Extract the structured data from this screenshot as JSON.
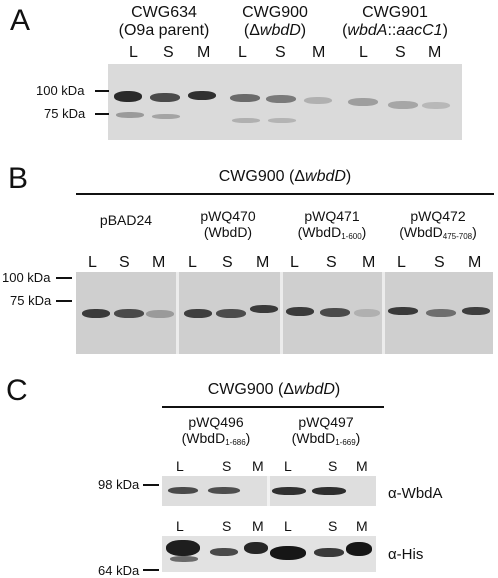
{
  "panel_a": {
    "letter": "A",
    "strains": [
      {
        "name": "CWG634",
        "desc": "(O9a parent)"
      },
      {
        "name": "CWG900",
        "desc_pre": "(Δ",
        "desc_ital": "wbdD",
        "desc_post": ")"
      },
      {
        "name": "CWG901",
        "desc_pre": "(",
        "desc_ital": "wbdA",
        "desc_mid": "::",
        "desc_ital2": "aacC1",
        "desc_post": ")"
      }
    ],
    "lanes": [
      "L",
      "S",
      "M",
      "L",
      "S",
      "M",
      "L",
      "S",
      "M"
    ],
    "markers": [
      "100 kDa",
      "75 kDa"
    ]
  },
  "panel_b": {
    "letter": "B",
    "strain_pre": "CWG900 (Δ",
    "strain_ital": "wbdD",
    "strain_post": ")",
    "plasmids": [
      {
        "name": "pBAD24",
        "desc": ""
      },
      {
        "name": "pWQ470",
        "desc": "(WbdD)"
      },
      {
        "name": "pWQ471",
        "desc_pre": "(WbdD",
        "desc_sub": "1-600",
        "desc_post": ")"
      },
      {
        "name": "pWQ472",
        "desc_pre": "(WbdD",
        "desc_sub": "475-708",
        "desc_post": ")"
      }
    ],
    "lanes": [
      "L",
      "S",
      "M",
      "L",
      "S",
      "M",
      "L",
      "S",
      "M",
      "L",
      "S",
      "M"
    ],
    "markers": [
      "100 kDa",
      "75 kDa"
    ]
  },
  "panel_c": {
    "letter": "C",
    "strain_pre": "CWG900 (Δ",
    "strain_ital": "wbdD",
    "strain_post": ")",
    "plasmids": [
      {
        "name": "pWQ496",
        "desc_pre": "(WbdD",
        "desc_sub": "1-686",
        "desc_post": ")"
      },
      {
        "name": "pWQ497",
        "desc_pre": "(WbdD",
        "desc_sub": "1-669",
        "desc_post": ")"
      }
    ],
    "lanes": [
      "L",
      "S",
      "M",
      "L",
      "S",
      "M"
    ],
    "markers": [
      "98 kDa",
      "64 kDa"
    ],
    "antibodies": [
      "α-WbdA",
      "α-His"
    ]
  }
}
